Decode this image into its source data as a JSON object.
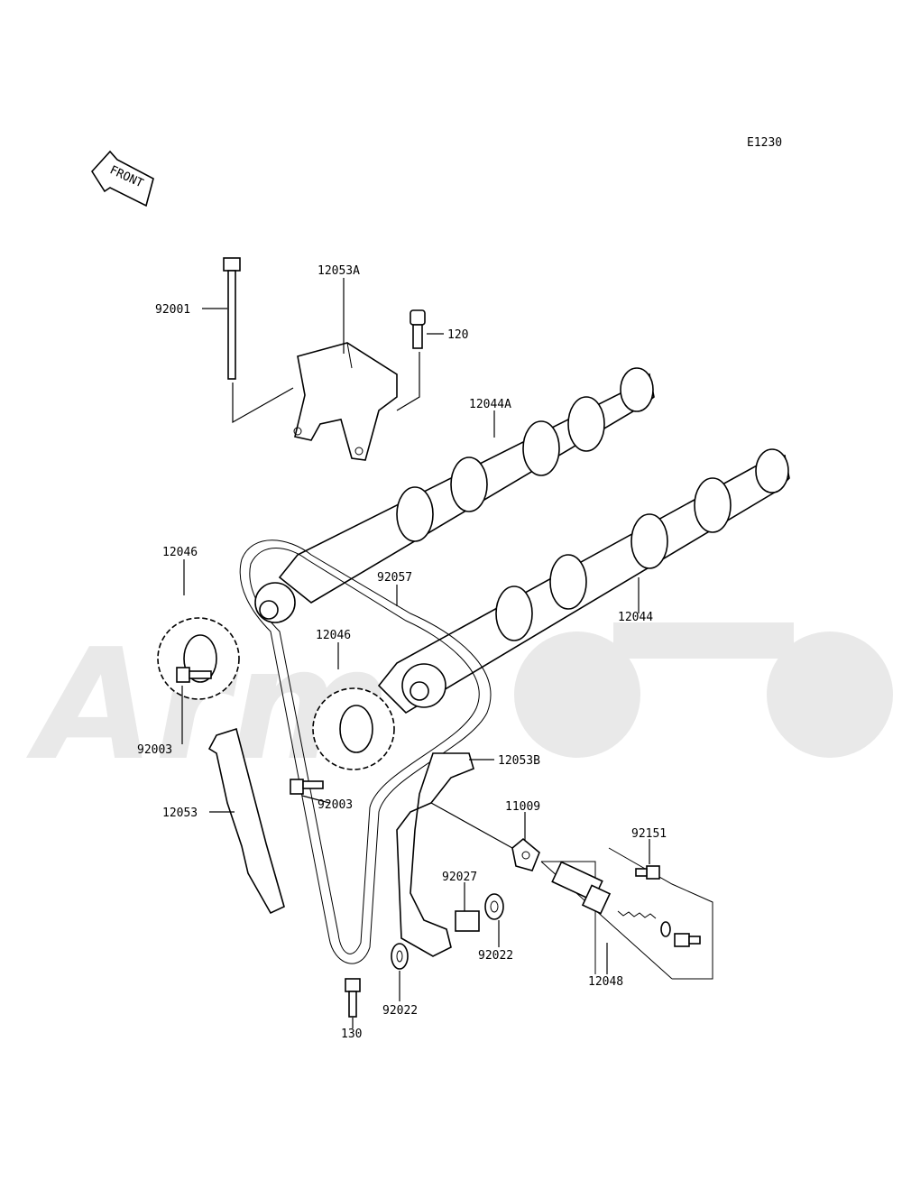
{
  "diagram": {
    "code": "E1230",
    "front_label": "FRONT",
    "watermark": "Arm",
    "parts": [
      {
        "id": "92001",
        "name": "bolt-long"
      },
      {
        "id": "12053A",
        "name": "cam-chain-guide-upper"
      },
      {
        "id": "120",
        "name": "socket-bolt"
      },
      {
        "id": "12044A",
        "name": "camshaft-exhaust"
      },
      {
        "id": "12046",
        "name": "sprocket-camshaft-left"
      },
      {
        "id": "92057",
        "name": "cam-chain"
      },
      {
        "id": "12044",
        "name": "camshaft-intake"
      },
      {
        "id": "12046",
        "name": "sprocket-camshaft-right"
      },
      {
        "id": "92003",
        "name": "sprocket-bolt-left"
      },
      {
        "id": "12053B",
        "name": "chain-tensioner-guide"
      },
      {
        "id": "92003",
        "name": "sprocket-bolt-right"
      },
      {
        "id": "11009",
        "name": "gasket"
      },
      {
        "id": "12053",
        "name": "chain-guide-front"
      },
      {
        "id": "92151",
        "name": "tensioner-bolt"
      },
      {
        "id": "92027",
        "name": "collar"
      },
      {
        "id": "92022",
        "name": "washer-upper"
      },
      {
        "id": "12048",
        "name": "chain-tensioner"
      },
      {
        "id": "92022",
        "name": "washer-lower"
      },
      {
        "id": "130",
        "name": "flange-bolt"
      }
    ]
  }
}
